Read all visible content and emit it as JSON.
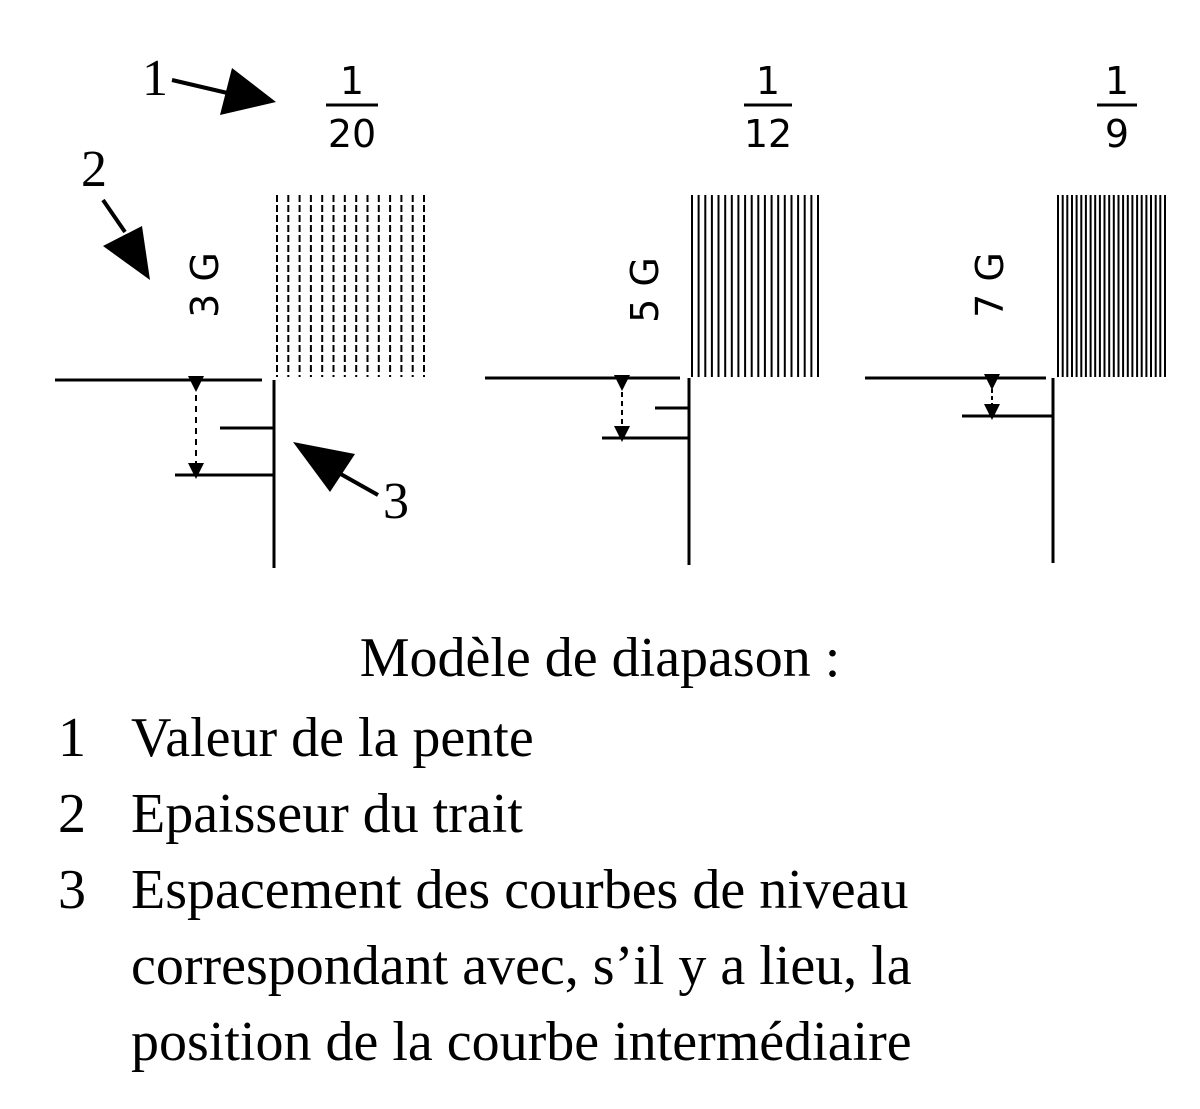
{
  "diagram": {
    "callouts": [
      "1",
      "2",
      "3"
    ],
    "gauges": [
      {
        "slope_numerator": "1",
        "slope_denominator": "20",
        "line_label": "3 G",
        "hatch_count": 14
      },
      {
        "slope_numerator": "1",
        "slope_denominator": "12",
        "line_label": "5 G",
        "hatch_count": 20
      },
      {
        "slope_numerator": "1",
        "slope_denominator": "9",
        "line_label": "7 G",
        "hatch_count": 24
      }
    ]
  },
  "caption": "Modèle de diapason :",
  "legend": [
    {
      "num": "1",
      "text": "Valeur de la pente"
    },
    {
      "num": "2",
      "text": "Epaisseur du trait"
    },
    {
      "num": "3",
      "text": "Espacement des courbes de niveau correspondant avec, s’il y a lieu, la position de la courbe intermédiaire"
    }
  ]
}
